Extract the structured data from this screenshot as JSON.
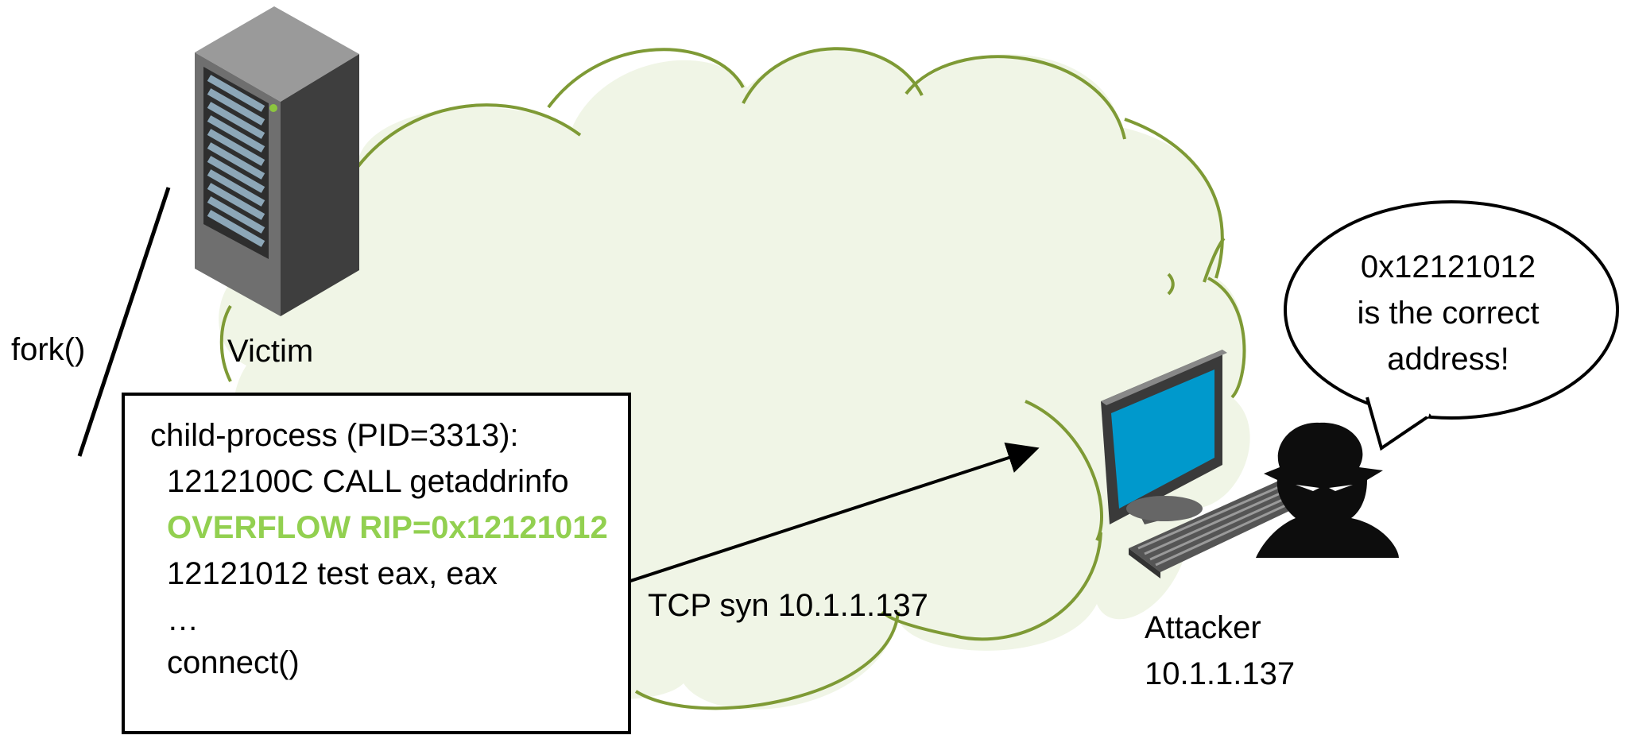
{
  "diagram": {
    "victim_label": "Victim",
    "fork_label": "fork()",
    "process_box": {
      "lines": [
        "child-process (PID=3313):",
        "1212100C CALL getaddrinfo",
        "OVERFLOW RIP=0x12121012",
        "12121012 test eax, eax",
        "…",
        "connect()"
      ],
      "highlight_color": "#92D050"
    },
    "packet_label": "TCP syn 10.1.1.137",
    "attacker": {
      "label": "Attacker",
      "ip": "10.1.1.137"
    },
    "speech_bubble": {
      "lines": [
        "0x12121012",
        "is the correct",
        "address!"
      ]
    },
    "colors": {
      "cloud_fill": "#F0F5E6",
      "cloud_stroke": "#7E9A35",
      "monitor_screen": "#0099CC",
      "server_body": "#555555"
    },
    "icons": [
      "server-icon",
      "monitor-icon",
      "keyboard-icon",
      "hacker-icon"
    ]
  }
}
